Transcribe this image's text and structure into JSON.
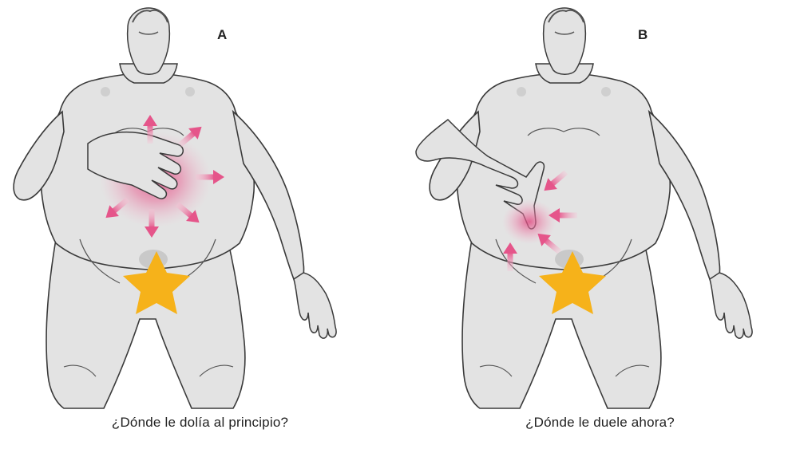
{
  "panels": [
    {
      "label": "A",
      "caption": "¿Dónde le dolía al principio?"
    },
    {
      "label": "B",
      "caption": "¿Dónde le duele ahora?"
    }
  ],
  "colors": {
    "body_fill": "#e3e3e3",
    "body_outline": "#3a3a3a",
    "pain_glow": "#e0457e",
    "arrow": "#e87aa2",
    "star": "#f6b21a"
  }
}
